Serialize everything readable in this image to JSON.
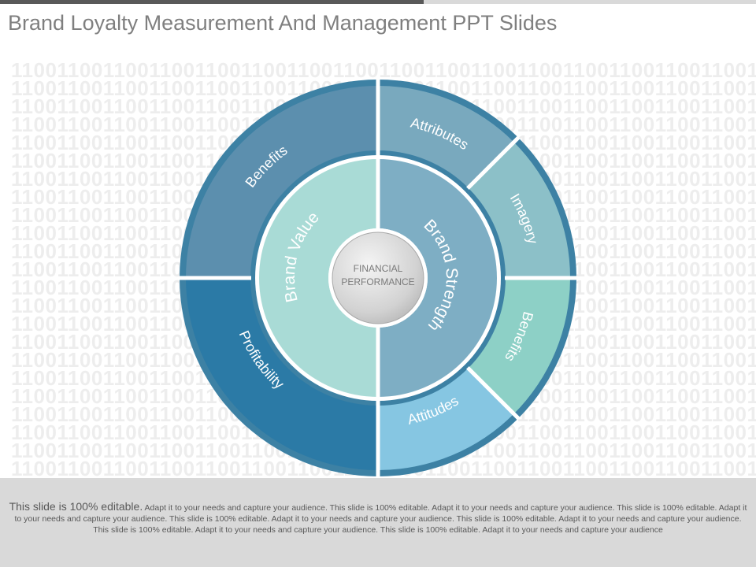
{
  "slide": {
    "title": "Brand Loyalty Measurement And Management PPT Slides"
  },
  "background": {
    "binary_text": "1100110011001100110011001100110011001100110011001100110011001100110011001100110011001100"
  },
  "diagram": {
    "center_label": [
      "FINANCIAL",
      "PERFORMANCE"
    ],
    "inner_ring": {
      "left": "Brand Value",
      "right": "Brand Strength"
    },
    "outer_ring": {
      "top_left": "Benefits",
      "bottom_left": "Profitability",
      "right_top": "Attributes",
      "right_upper": "Imagery",
      "right_lower": "Benefits",
      "right_bottom": "Attitudes"
    }
  },
  "footer": {
    "lead": "This slide is 100% editable.",
    "body": " Adapt it to your needs and capture your audience. This slide is 100% editable. Adapt it to your needs and capture your audience. This slide is 100% editable. Adapt it to your needs and capture your audience. This slide is 100% editable. Adapt it to your needs and capture your audience. This slide is 100% editable. Adapt it to your needs and capture your audience. This slide is 100% editable. Adapt it to your needs and capture your audience. This slide is 100% editable. Adapt it to your needs and capture your audience"
  },
  "colors": {
    "outer_top_left": "#5c8fae",
    "outer_bottom_left": "#2b7aa6",
    "attributes": "#79a9be",
    "imagery": "#8cc0c8",
    "benefits_right": "#8dd0c6",
    "attitudes": "#86c6e2",
    "inner_left": "#a9dbd6",
    "inner_right": "#7eaec4",
    "outer_border": "#3d81a4"
  }
}
